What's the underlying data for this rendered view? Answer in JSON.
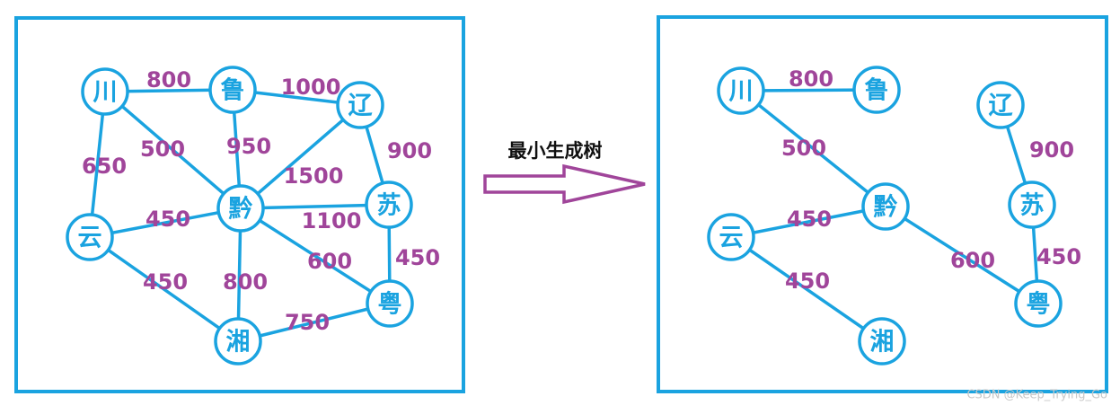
{
  "colors": {
    "line": "#1aa3e0",
    "node_text": "#1aa3e0",
    "weight": "#a0459a",
    "arrow_fill": "#ffffff",
    "arrow_stroke": "#a0459a",
    "arrow_label": "#111111",
    "watermark": "#c8c8c8"
  },
  "arrow_label": "最小生成树",
  "watermark": "CSDN @Keep_Trying_Go",
  "original_graph": {
    "nodes": [
      "川",
      "鲁",
      "辽",
      "黔",
      "苏",
      "云",
      "粤",
      "湘"
    ],
    "edges": [
      {
        "from": "川",
        "to": "鲁",
        "weight": "800"
      },
      {
        "from": "鲁",
        "to": "辽",
        "weight": "1000"
      },
      {
        "from": "川",
        "to": "云",
        "weight": "650"
      },
      {
        "from": "川",
        "to": "黔",
        "weight": "500"
      },
      {
        "from": "鲁",
        "to": "黔",
        "weight": "950"
      },
      {
        "from": "辽",
        "to": "黔",
        "weight": "1500"
      },
      {
        "from": "辽",
        "to": "苏",
        "weight": "900"
      },
      {
        "from": "云",
        "to": "黔",
        "weight": "450"
      },
      {
        "from": "黔",
        "to": "苏",
        "weight": "1100"
      },
      {
        "from": "黔",
        "to": "粤",
        "weight": "600"
      },
      {
        "from": "苏",
        "to": "粤",
        "weight": "450"
      },
      {
        "from": "云",
        "to": "湘",
        "weight": "450"
      },
      {
        "from": "黔",
        "to": "湘",
        "weight": "800"
      },
      {
        "from": "湘",
        "to": "粤",
        "weight": "750"
      }
    ]
  },
  "mst_graph": {
    "nodes": [
      "川",
      "鲁",
      "辽",
      "黔",
      "苏",
      "云",
      "粤",
      "湘"
    ],
    "edges": [
      {
        "from": "川",
        "to": "鲁",
        "weight": "800"
      },
      {
        "from": "川",
        "to": "黔",
        "weight": "500"
      },
      {
        "from": "辽",
        "to": "苏",
        "weight": "900"
      },
      {
        "from": "云",
        "to": "黔",
        "weight": "450"
      },
      {
        "from": "黔",
        "to": "粤",
        "weight": "600"
      },
      {
        "from": "苏",
        "to": "粤",
        "weight": "450"
      },
      {
        "from": "云",
        "to": "湘",
        "weight": "450"
      }
    ]
  }
}
